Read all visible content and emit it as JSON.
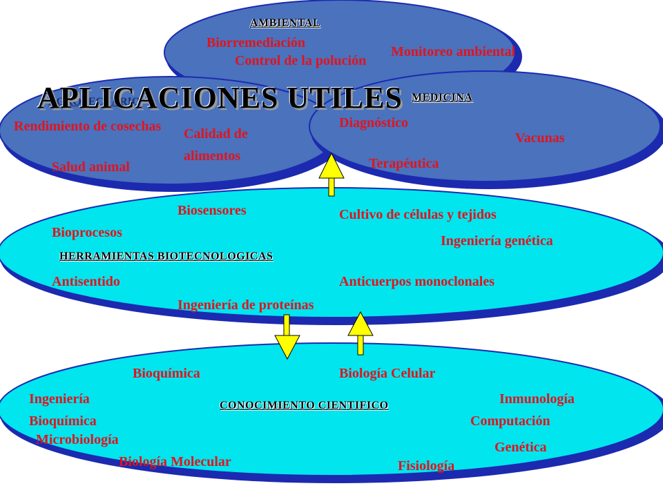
{
  "title": "APLICACIONES UTILES",
  "colors": {
    "blue_ellipse": "#4a72bd",
    "cyan_ellipse": "#00e5ee",
    "shadow": "#1c2ab0",
    "label_red": "#e0141e",
    "arrow_yellow": "#ffff00"
  },
  "ambiental": {
    "header": "AMBIENTAL",
    "items": [
      "Biorremediación",
      "Control de la polución",
      "Monitoreo ambiental"
    ]
  },
  "agro": {
    "header": "AGROPECUARIO",
    "items": [
      "Rendimiento de cosechas",
      "Calidad de",
      "alimentos",
      "Salud animal"
    ]
  },
  "medicina": {
    "header": "MEDICINA",
    "items": [
      "Diagnóstico",
      "Vacunas",
      "Terapéutica"
    ]
  },
  "herramientas": {
    "header": "HERRAMIENTAS BIOTECNOLOGICAS",
    "items": [
      "Biosensores",
      "Cultivo de células y tejidos",
      "Bioprocesos",
      "Ingeniería genética",
      "Antisentido",
      "Anticuerpos monoclonales",
      "Ingeniería de proteínas"
    ]
  },
  "conocimiento": {
    "header": "CONOCIMIENTO CIENTIFICO",
    "items": [
      "Bioquímica",
      "Biología Celular",
      "Ingeniería",
      "Inmunología",
      "Bioquímica",
      "Computación",
      "Microbiología",
      "Genética",
      "Biología Molecular",
      "Fisiología"
    ]
  },
  "icons": [
    "up-arrow-icon",
    "down-arrow-icon"
  ]
}
